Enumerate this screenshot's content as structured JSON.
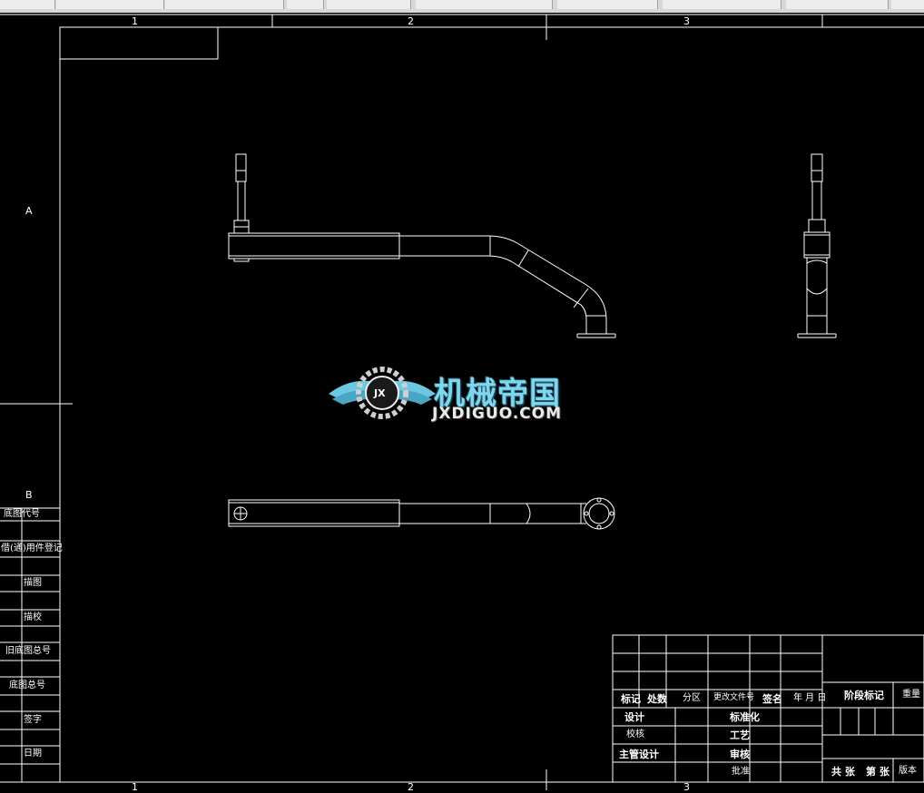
{
  "zones": {
    "columns": [
      "1",
      "2",
      "3"
    ],
    "rows": [
      "A",
      "B"
    ]
  },
  "side_table": [
    "底图代号",
    "借(通)用件登记",
    "描图",
    "描校",
    "旧底图总号",
    "底图总号",
    "签字",
    "日期"
  ],
  "title_block": {
    "mark": "标记",
    "count": "处数",
    "zone": "分区",
    "change_doc": "更改文件号",
    "signature": "签名",
    "date": "年 月 日",
    "design": "设计",
    "standardize": "标准化",
    "check": "校核",
    "process": "工艺",
    "chief_design": "主管设计",
    "review": "审核",
    "approve": "批准",
    "stage_mark": "阶段标记",
    "weight": "重量",
    "total_sheets": "共 张",
    "sheet_no": "第 张",
    "version": "版本"
  },
  "watermark": {
    "cn": "机械帝国",
    "en": "JXDIGUO.COM",
    "badge": "JX"
  },
  "colors": {
    "background": "#000000",
    "lines": "#ffffff",
    "logo_primary": "#7fd7ee"
  }
}
